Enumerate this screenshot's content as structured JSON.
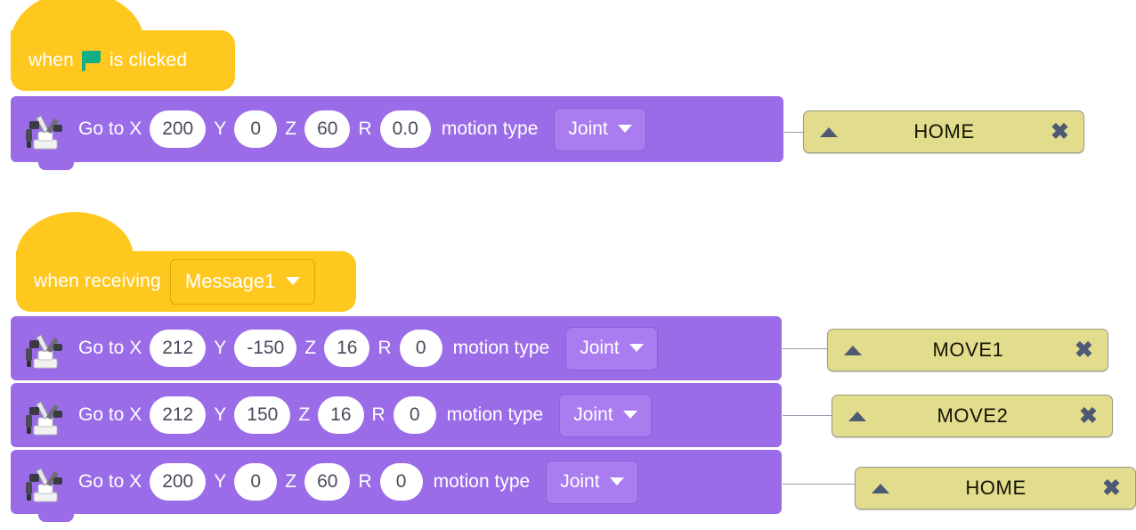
{
  "app": {
    "type": "block-programming-editor",
    "palette": {
      "hat_yellow": "#FFC81F",
      "block_purple": "#9B6CE8",
      "dropdown_purple": "#A97CF0",
      "tag_khaki": "#E2DD8D",
      "flag_green": "#13AE85",
      "tag_text": "#141405",
      "tag_icon": "#4E5A73"
    }
  },
  "scripts": [
    {
      "id": "script-1",
      "hat": {
        "kind": "when-flag-clicked",
        "text_before": "when",
        "icon": "green-flag-icon",
        "text_after": "is clicked"
      },
      "blocks": [
        {
          "id": "block-1-1",
          "icon": "robot-arm-icon",
          "label": "Go to X",
          "x_label": "",
          "x_value": "200",
          "y_label": "Y",
          "y_value": "0",
          "z_label": "Z",
          "z_value": "60",
          "r_label": "R",
          "r_value": "0.0",
          "motion_label": "motion type",
          "motion_value": "Joint",
          "tag": "HOME",
          "tag_close": "✖"
        }
      ]
    },
    {
      "id": "script-2",
      "hat": {
        "kind": "when-receiving-message",
        "text_before": "when receiving",
        "message_value": "Message1"
      },
      "blocks": [
        {
          "id": "block-2-1",
          "icon": "robot-arm-icon",
          "label": "Go to X",
          "x_value": "212",
          "y_label": "Y",
          "y_value": "-150",
          "z_label": "Z",
          "z_value": "16",
          "r_label": "R",
          "r_value": "0",
          "motion_label": "motion type",
          "motion_value": "Joint",
          "tag": "MOVE1",
          "tag_close": "✖"
        },
        {
          "id": "block-2-2",
          "icon": "robot-arm-icon",
          "label": "Go to X",
          "x_value": "212",
          "y_label": "Y",
          "y_value": "150",
          "z_label": "Z",
          "z_value": "16",
          "r_label": "R",
          "r_value": "0",
          "motion_label": "motion type",
          "motion_value": "Joint",
          "tag": "MOVE2",
          "tag_close": "✖"
        },
        {
          "id": "block-2-3",
          "icon": "robot-arm-icon",
          "label": "Go to X",
          "x_value": "200",
          "y_label": "Y",
          "y_value": "0",
          "z_label": "Z",
          "z_value": "60",
          "r_label": "R",
          "r_value": "0",
          "motion_label": "motion type",
          "motion_value": "Joint",
          "tag": "HOME",
          "tag_close": "✖"
        }
      ]
    }
  ]
}
